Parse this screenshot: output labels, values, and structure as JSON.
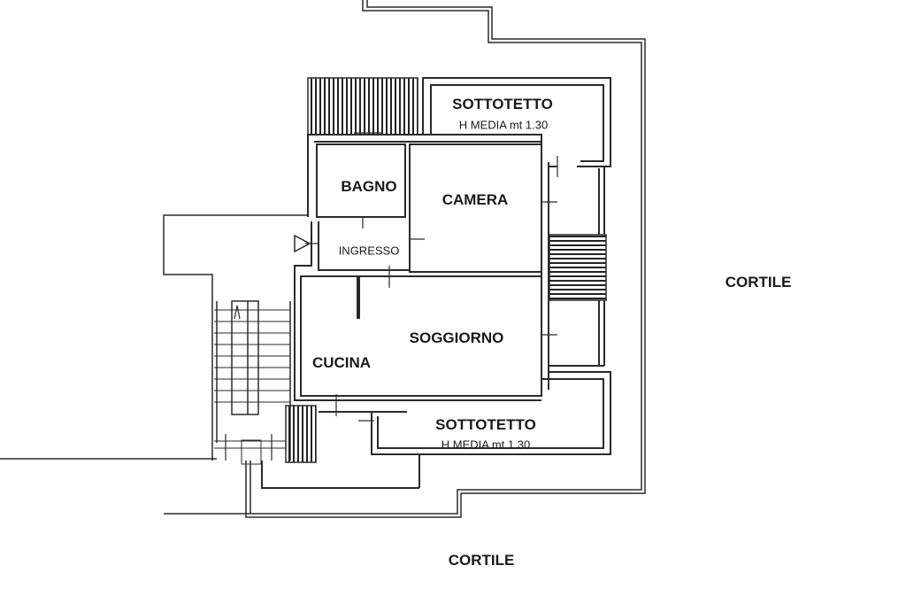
{
  "rooms": {
    "sottotetto_top": {
      "name": "SOTTOTETTO",
      "height_note": "H MEDIA  mt 1.30"
    },
    "bagno": "BAGNO",
    "camera": "CAMERA",
    "ingresso": "INGRESSO",
    "soggiorno": "SOGGIORNO",
    "cucina": "CUCINA",
    "sottotetto_bottom": {
      "name": "SOTTOTETTO",
      "height_note": "H MEDIA mt 1.30"
    }
  },
  "exterior": {
    "cortile_right": "CORTILE",
    "cortile_bottom": "CORTILE"
  },
  "colors": {
    "line": "#2a2a2a",
    "background": "#ffffff"
  }
}
